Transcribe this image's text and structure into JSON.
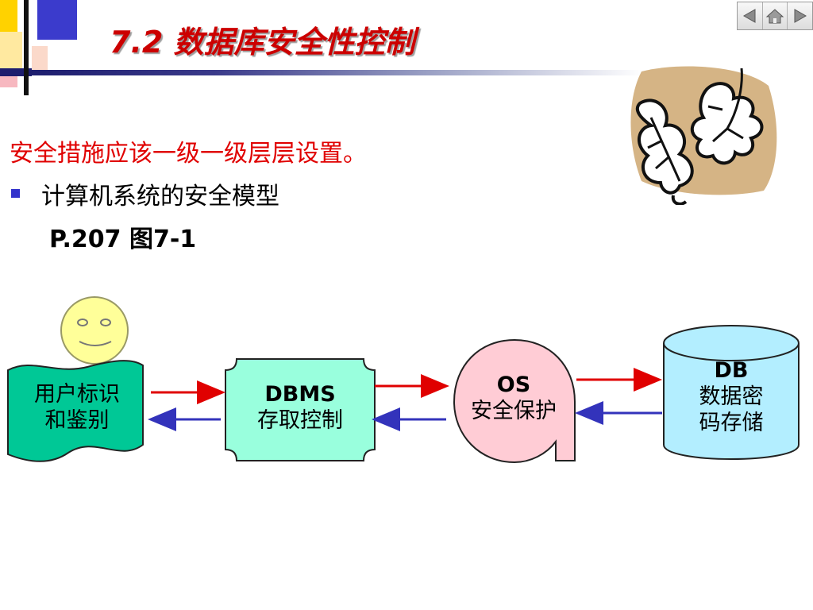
{
  "slide": {
    "title": "7.2  数据库安全性控制",
    "line1": "安全措施应该一级一级层层设置。",
    "bullet": "计算机系统的安全模型",
    "reference": "P.207 图7-1"
  },
  "nav": {
    "prev_icon": "prev-triangle-icon",
    "home_icon": "home-icon",
    "next_icon": "next-triangle-icon"
  },
  "diagram": {
    "user": {
      "line1": "用户标识",
      "line2": "和鉴别"
    },
    "dbms": {
      "line1": "DBMS",
      "line2": "存取控制"
    },
    "os": {
      "line1": "OS",
      "line2": "安全保护"
    },
    "db": {
      "line1": "DB",
      "line2": "数据密",
      "line3": "码存储"
    }
  },
  "colors": {
    "title": "#cc0000",
    "red_text": "#e00000",
    "user_fill": "#00c896",
    "dbms_fill": "#99ffdd",
    "os_fill": "#ffccd5",
    "db_fill": "#b3eeff",
    "arrow_forward": "#e00000",
    "arrow_back": "#3333bb",
    "face_fill": "#ffff99",
    "clipart_bg": "#d5b485"
  }
}
